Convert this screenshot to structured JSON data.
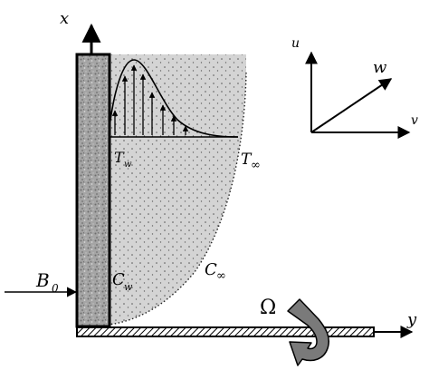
{
  "diagram": {
    "labels": {
      "x_axis": "x",
      "y_axis": "y",
      "u": "u",
      "v": "v",
      "w": "w",
      "omega": "Ω",
      "b0_main": "B",
      "b0_sub": "0",
      "tw_main": "T",
      "tw_sub": "w",
      "tinf_main": "T",
      "tinf_sub": "∞",
      "cw_main": "C",
      "cw_sub": "w",
      "cinf_main": "C",
      "cinf_sub": "∞"
    },
    "colors": {
      "ink": "#000000",
      "plate": "#9a9a9a",
      "fluid": "#d4d4d4",
      "arrow_grey": "#7a7a7a"
    }
  }
}
